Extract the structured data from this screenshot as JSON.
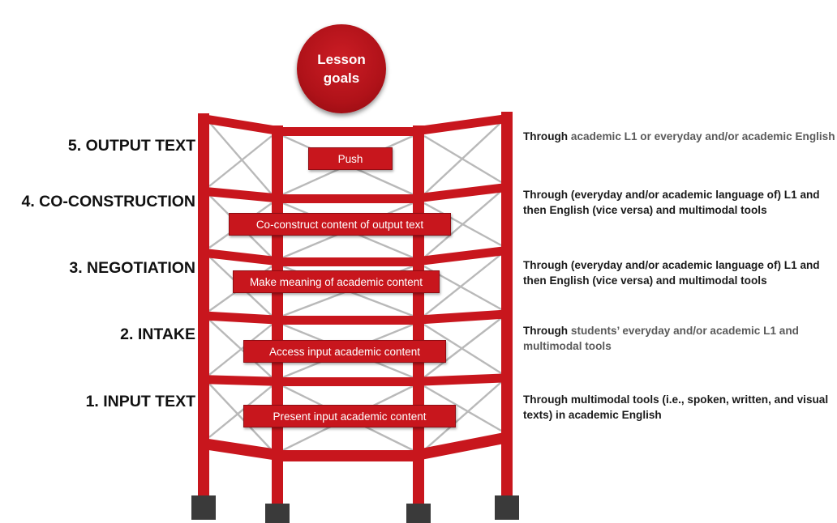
{
  "lesson_goals": {
    "label": "Lesson goals"
  },
  "stages": [
    {
      "label": "5. OUTPUT TEXT",
      "action": "Push",
      "desc_lead": "Through",
      "desc_rest": "academic L1 or everyday and/or academic English"
    },
    {
      "label": "4. CO-CONSTRUCTION",
      "action": "Co-construct content of output text",
      "desc_lead": "Through",
      "desc_rest": "(everyday and/or academic language of) L1 and then English (vice versa) and multimodal tools"
    },
    {
      "label": "3. NEGOTIATION",
      "action": "Make meaning of academic content",
      "desc_lead": "Through",
      "desc_rest": "(everyday and/or academic language of) L1 and then English (vice versa) and multimodal tools"
    },
    {
      "label": "2. INTAKE",
      "action": "Access input academic content",
      "desc_lead": "Through",
      "desc_rest": "students’ everyday and/or academic L1 and multimodal tools"
    },
    {
      "label": "1. INPUT TEXT",
      "action": "Present input academic content",
      "desc_lead": "Through",
      "desc_rest": "multimodal tools (i.e., spoken, written, and  visual texts) in academic English"
    }
  ],
  "colors": {
    "scaffold_red": "#c8161d",
    "brace_gray": "#b9b9b9",
    "footing": "#3a3a3a"
  }
}
